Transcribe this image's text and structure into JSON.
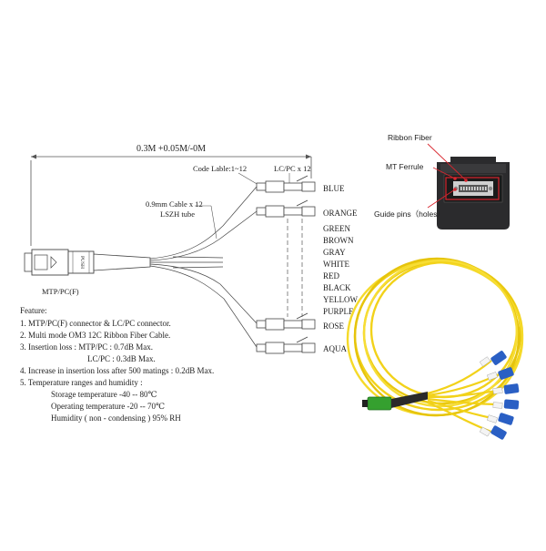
{
  "dimension": "0.3M +0.05M/-0M",
  "code_label": "Code Lable:1~12",
  "lc_count": "LC/PC x 12",
  "cable_note_1": "0.9mm Cable x 12",
  "cable_note_2": "LSZH tube",
  "mtp_label": "MTP/PC(F)",
  "push_text": "PUSH",
  "fiber_colors": [
    "BLUE",
    "ORANGE",
    "GREEN",
    "BROWN",
    "GRAY",
    "WHITE",
    "RED",
    "BLACK",
    "YELLOW",
    "PURPLE",
    "ROSE",
    "AQUA"
  ],
  "feature": {
    "title": "Feature:",
    "lines": [
      "1.  MTP/PC(F) connector & LC/PC connector.",
      "2.  Multi mode OM3 12C Ribbon Fiber Cable.",
      "3.  Insertion  loss : MTP/PC : 0.7dB Max.",
      "LC/PC : 0.3dB Max.",
      "4.  Increase  in  insertion  loss  after 500  matings : 0.2dB Max.",
      "5.  Temperature  ranges  and  humidity :",
      "Storage  temperature  -40 -- 80℃",
      "Operating  temperature  -20 -- 70℃",
      "Humidity ( non - condensing ) 95%  RH"
    ]
  },
  "mt_callouts": {
    "ribbon": "Ribbon Fiber",
    "ferrule": "MT Ferrule",
    "guide": "Guide pins（holes）"
  },
  "colors": {
    "cable_yellow": "#f2d21a",
    "lc_blue": "#2a5fc4",
    "mtp_green": "#35a02f",
    "callout_red": "#d8262e"
  }
}
